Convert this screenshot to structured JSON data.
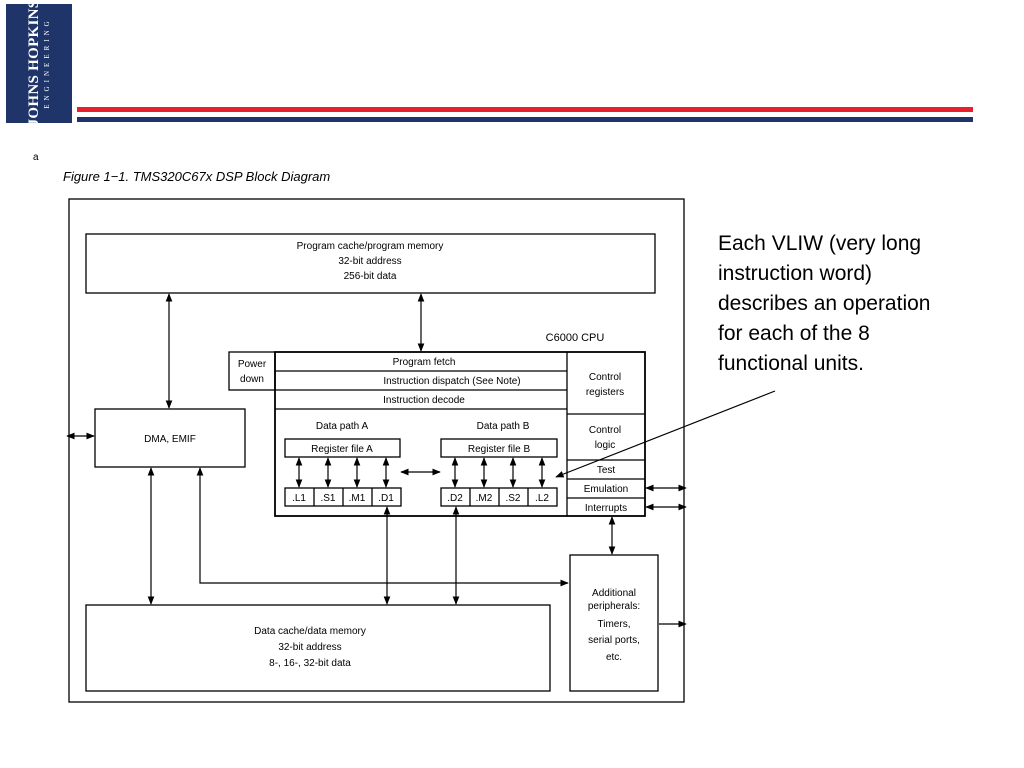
{
  "logo": {
    "main": "JOHNS HOPKINS",
    "sub": "ENGINEERING"
  },
  "colors": {
    "navy": "#1f3569",
    "red": "#e8202e"
  },
  "marker_glyph": "a",
  "figure_title": "Figure 1−1.  TMS320C67x DSP Block Diagram",
  "diagram": {
    "program_memory": [
      "Program cache/program memory",
      "32-bit address",
      "256-bit data"
    ],
    "cpu_label": "C6000 CPU",
    "power_down": [
      "Power",
      "down"
    ],
    "program_fetch": "Program fetch",
    "instruction_dispatch": "Instruction dispatch (See Note)",
    "instruction_decode": "Instruction decode",
    "control_registers": [
      "Control",
      "registers"
    ],
    "control_logic": [
      "Control",
      "logic"
    ],
    "test": "Test",
    "emulation": "Emulation",
    "interrupts": "Interrupts",
    "dma_emif": "DMA, EMIF",
    "data_path_a": "Data path A",
    "data_path_b": "Data path B",
    "register_file_a": "Register file A",
    "register_file_b": "Register file B",
    "units_a": [
      ".L1",
      ".S1",
      ".M1",
      ".D1"
    ],
    "units_b": [
      ".D2",
      ".M2",
      ".S2",
      ".L2"
    ],
    "data_memory": [
      "Data cache/data memory",
      "32-bit address",
      "8-, 16-, 32-bit data"
    ],
    "peripherals": [
      "Additional",
      "peripherals:",
      "Timers,",
      "serial ports,",
      "etc."
    ]
  },
  "annotation": [
    "Each VLIW (very long",
    "instruction word)",
    "describes an operation",
    "for each of the 8",
    "functional units."
  ]
}
